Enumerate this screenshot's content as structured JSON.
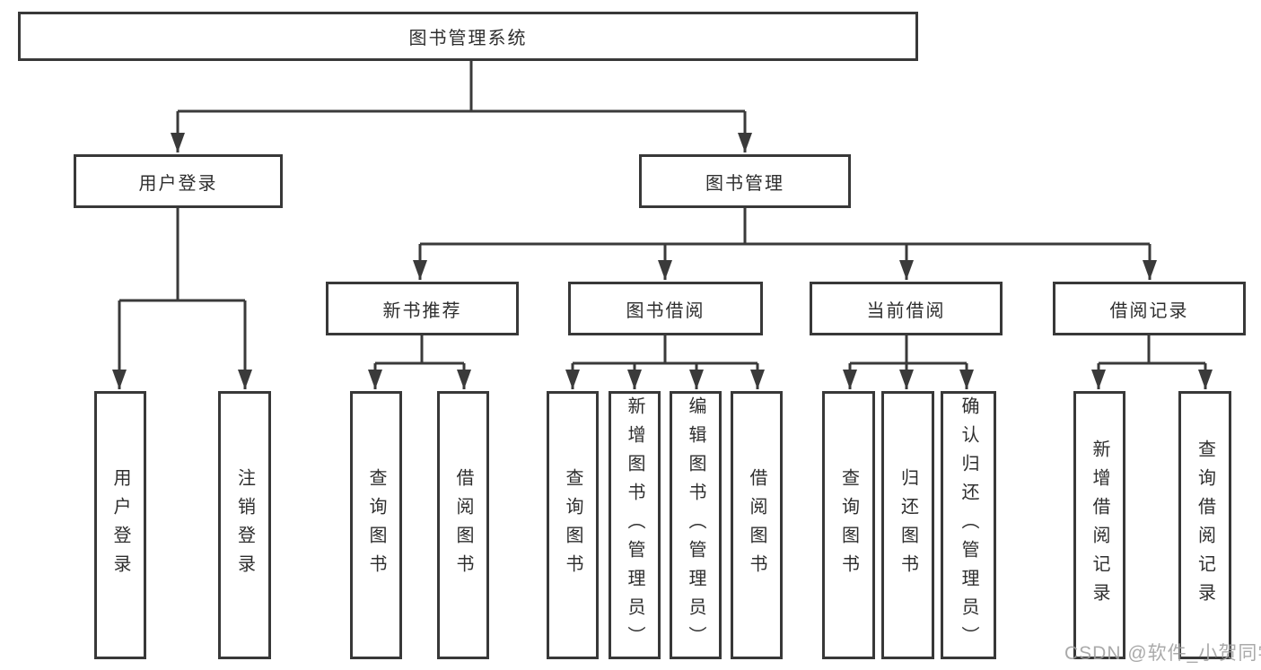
{
  "nodes": {
    "root": {
      "label": "图书管理系统"
    },
    "userLogin": {
      "label": "用户登录"
    },
    "bookMgmt": {
      "label": "图书管理"
    },
    "newBookRec": {
      "label": "新书推荐"
    },
    "bookBorrow": {
      "label": "图书借阅"
    },
    "currentBorrow": {
      "label": "当前借阅"
    },
    "borrowRecords": {
      "label": "借阅记录"
    },
    "leaves": {
      "userLogin": {
        "label": "用户登录"
      },
      "logout": {
        "label": "注销登录"
      },
      "queryBooksRec": {
        "label": "查询图书"
      },
      "borrowBooksRec": {
        "label": "借阅图书"
      },
      "queryBooksBorrow": {
        "label": "查询图书"
      },
      "addBooks": {
        "label": "新增图书（管理员）"
      },
      "editBooks": {
        "label": "编辑图书（管理员）"
      },
      "borrowBooks": {
        "label": "借阅图书"
      },
      "queryBooksCurrent": {
        "label": "查询图书"
      },
      "returnBooks": {
        "label": "归还图书"
      },
      "confirmReturn": {
        "label": "确认归还（管理员）"
      },
      "addBorrowRecord": {
        "label": "新增借阅记录"
      },
      "queryBorrowRecord": {
        "label": "查询借阅记录"
      }
    }
  },
  "watermark": {
    "text": "CSDN @软件_小贺同学"
  },
  "colors": {
    "line": "#3a3a3a",
    "boxBorder": "#383838",
    "text": "#2e2e2e",
    "background": "#ffffff",
    "watermark": "#9e9e9e"
  }
}
